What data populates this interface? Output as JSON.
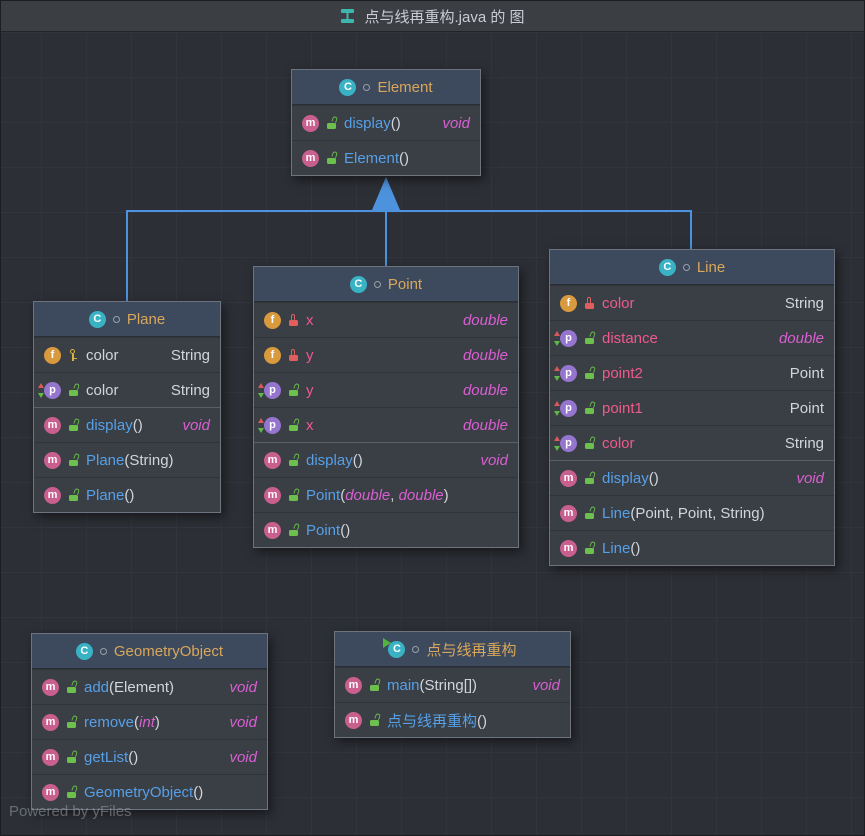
{
  "title_bar": {
    "title": "点与线再重构.java 的 图"
  },
  "watermark": "Powered by yFiles",
  "icons": {
    "class_letter": "C",
    "field_letter": "f",
    "property_letter": "p",
    "method_letter": "m"
  },
  "colors": {
    "edge": "#4d92dc",
    "class_name": "#d9a75a",
    "method_name": "#56a0e8",
    "member_name": "#ef5a8c",
    "primitive_type": "#d95fd2",
    "type_text": "#d2d5da",
    "class_icon": "#39b3c4",
    "field_icon": "#d99a3e",
    "property_icon": "#9575cd",
    "method_icon": "#c95f8e",
    "visibility_public": "#6dbf4e",
    "visibility_private": "#e05e5e",
    "visibility_protected": "#d9b33e"
  },
  "classes": [
    {
      "name": "Element",
      "members": [
        {
          "kind": "method",
          "name": "display",
          "sig": "()",
          "type": "void"
        },
        {
          "kind": "method",
          "name": "Element",
          "sig": "()",
          "type": ""
        }
      ]
    },
    {
      "name": "Plane",
      "members": [
        {
          "kind": "field",
          "name": "color",
          "type": "String"
        },
        {
          "kind": "property",
          "name": "color",
          "type": "String"
        },
        {
          "kind": "method",
          "name": "display",
          "sig": "()",
          "type": "void"
        },
        {
          "kind": "method",
          "name": "Plane",
          "sig": "(String)",
          "type": ""
        },
        {
          "kind": "method",
          "name": "Plane",
          "sig": "()",
          "type": ""
        }
      ]
    },
    {
      "name": "Point",
      "members": [
        {
          "kind": "field",
          "name": "x",
          "type": "double"
        },
        {
          "kind": "field",
          "name": "y",
          "type": "double"
        },
        {
          "kind": "property",
          "name": "y",
          "type": "double"
        },
        {
          "kind": "property",
          "name": "x",
          "type": "double"
        },
        {
          "kind": "method",
          "name": "display",
          "sig": "()",
          "type": "void"
        },
        {
          "kind": "method",
          "name": "Point",
          "sig_parts": [
            "(",
            "double",
            ", ",
            "double",
            ")"
          ],
          "type": ""
        },
        {
          "kind": "method",
          "name": "Point",
          "sig": "()",
          "type": ""
        }
      ]
    },
    {
      "name": "Line",
      "members": [
        {
          "kind": "field",
          "name": "color",
          "type": "String"
        },
        {
          "kind": "property",
          "name": "distance",
          "type": "double"
        },
        {
          "kind": "property",
          "name": "point2",
          "type": "Point"
        },
        {
          "kind": "property",
          "name": "point1",
          "type": "Point"
        },
        {
          "kind": "property",
          "name": "color",
          "type": "String"
        },
        {
          "kind": "method",
          "name": "display",
          "sig": "()",
          "type": "void"
        },
        {
          "kind": "method",
          "name": "Line",
          "sig": "(Point, Point, String)",
          "type": ""
        },
        {
          "kind": "method",
          "name": "Line",
          "sig": "()",
          "type": ""
        }
      ]
    },
    {
      "name": "GeometryObject",
      "members": [
        {
          "kind": "method",
          "name": "add",
          "sig": "(Element)",
          "type": "void"
        },
        {
          "kind": "method",
          "name": "remove",
          "sig_parts": [
            "(",
            "int",
            ")"
          ],
          "type": "void"
        },
        {
          "kind": "method",
          "name": "getList",
          "sig": "()",
          "type": "void"
        },
        {
          "kind": "method",
          "name": "GeometryObject",
          "sig": "()",
          "type": ""
        }
      ]
    },
    {
      "name": "点与线再重构",
      "members": [
        {
          "kind": "method",
          "name": "main",
          "sig": "(String[])",
          "type": "void"
        },
        {
          "kind": "method",
          "name": "点与线再重构",
          "sig": "()",
          "type": ""
        }
      ]
    }
  ]
}
